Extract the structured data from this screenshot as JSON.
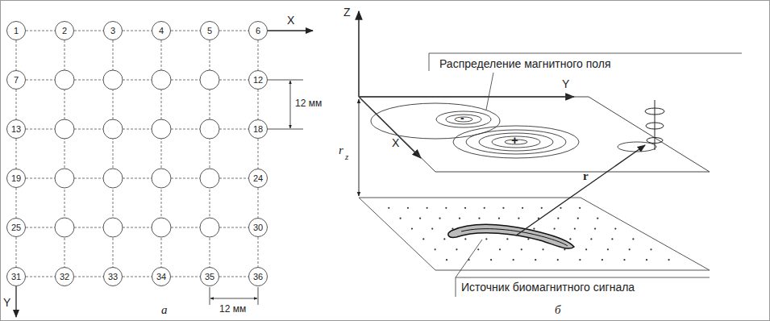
{
  "diagram": {
    "nodes": [
      {
        "text": [
          "1"
        ]
      },
      {
        "text": [
          "2"
        ]
      },
      {
        "text": [
          "3"
        ]
      },
      {
        "text": [
          "4"
        ]
      },
      {
        "text": [
          "5"
        ]
      },
      {
        "text": [
          "6"
        ]
      },
      {
        "text": [
          "7"
        ]
      },
      {
        "text": [
          "12"
        ]
      },
      {
        "text": [
          "13"
        ]
      },
      {
        "text": [
          "18"
        ]
      },
      {
        "text": [
          "19"
        ]
      },
      {
        "text": [
          "24"
        ]
      },
      {
        "text": [
          "25"
        ]
      },
      {
        "text": [
          "30"
        ]
      },
      {
        "text": [
          "31"
        ]
      },
      {
        "text": [
          "32"
        ]
      },
      {
        "text": [
          "33"
        ]
      },
      {
        "text": [
          "34"
        ]
      },
      {
        "text": [
          "35"
        ]
      },
      {
        "text": [
          "36"
        ]
      }
    ],
    "edges": [
      {
        "from": 0,
        "to": 1,
        "arrow": "none"
      },
      {
        "from": 1,
        "to": 2,
        "arrow": "none"
      },
      {
        "from": 2,
        "to": 3,
        "arrow": "none"
      },
      {
        "from": 3,
        "to": 4,
        "arrow": "none"
      },
      {
        "from": 4,
        "to": 5,
        "arrow": "none"
      },
      {
        "from": 0,
        "to": 6,
        "arrow": "none"
      },
      {
        "from": 6,
        "to": 8,
        "arrow": "none"
      },
      {
        "from": 8,
        "to": 10,
        "arrow": "none"
      },
      {
        "from": 10,
        "to": 12,
        "arrow": "none"
      },
      {
        "from": 12,
        "to": 14,
        "arrow": "none"
      },
      {
        "from": 5,
        "to": 7,
        "arrow": "none"
      },
      {
        "from": 7,
        "to": 9,
        "arrow": "none"
      },
      {
        "from": 9,
        "to": 11,
        "arrow": "none"
      },
      {
        "from": 11,
        "to": 13,
        "arrow": "none"
      },
      {
        "from": 13,
        "to": 19,
        "arrow": "none"
      },
      {
        "from": 14,
        "to": 15,
        "arrow": "none"
      },
      {
        "from": 15,
        "to": 16,
        "arrow": "none"
      },
      {
        "from": 16,
        "to": 17,
        "arrow": "none"
      },
      {
        "from": 17,
        "to": 18,
        "arrow": "none"
      },
      {
        "from": 18,
        "to": 19,
        "arrow": "none"
      }
    ],
    "labels": [
      "X",
      "Y",
      "12 мм",
      "12 мм",
      "а",
      "Z",
      "Y",
      "X",
      "Распределение магнитного поля",
      "-",
      "+",
      "r",
      "z",
      "r",
      "Источник биомагнитного сигнала",
      "б"
    ]
  }
}
